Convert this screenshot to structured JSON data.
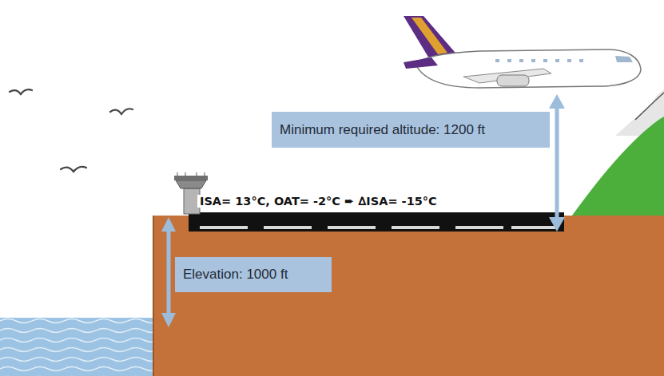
{
  "diagram": {
    "nodes": [
      {
        "text": [
          "Minimum required altitude: 1200 ft"
        ]
      },
      {
        "text": [
          "Elevation: 1000 ft"
        ]
      }
    ],
    "labels": [
      "ISA= 13°C, OAT= -2°C ➨ ∆ISA= -15°C"
    ]
  }
}
